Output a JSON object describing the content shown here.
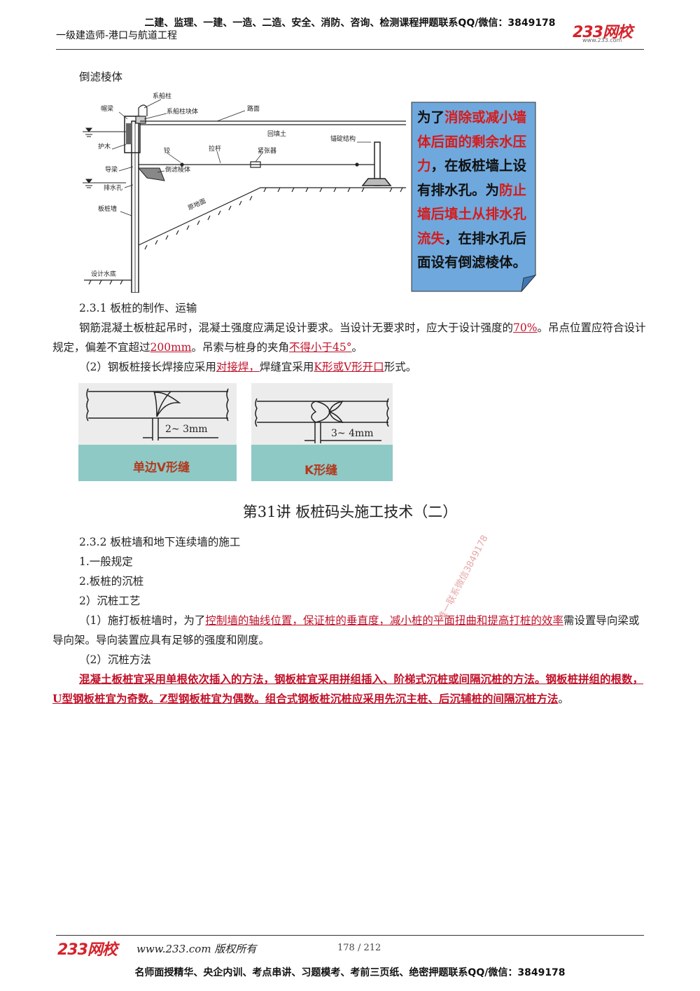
{
  "header": {
    "top_line": "二建、监理、一建、一造、二造、安全、消防、咨询、检测课程押题联系QQ/微信：3849178",
    "sub_line": "一级建造师-港口与航道工程",
    "logo": "233网校",
    "logo_url": "www.233.com"
  },
  "figure1": {
    "caption": "倒滤棱体",
    "labels": {
      "xichuanzhu": "系船柱",
      "maoliang": "帽梁",
      "kuaiti": "系船柱块体",
      "lumian": "路面",
      "huitiantu": "回填土",
      "maodingjiegou": "锚碇结构",
      "humu": "护木",
      "jiao": "铰",
      "lagan": "拉杆",
      "jinzhangqi": "紧张器",
      "daoliang": "导梁",
      "daolvlengti": "倒滤棱体",
      "paishuikong": "排水孔",
      "banzhuangqiang": "板桩墙",
      "yuandimian": "原地面",
      "shejishuidi": "设计水底"
    },
    "note": {
      "p1": "为了",
      "r1": "消除或减小墙体后面的剩余水压力",
      "p2": "，在板桩墙上设有排水孔。为",
      "r2": "防止墙后填土从排水孔流失",
      "p3": "，在排水孔后面设有倒滤棱体。"
    }
  },
  "s231": {
    "title": "2.3.1 板桩的制作、运输",
    "p1_a": "钢筋混凝土板桩起吊时，混凝土强度应满足设计要求。当设计无要求时，应大于设计强度的",
    "p1_r1": "70%",
    "p1_b": "。吊点位置应符合设计规定，偏差不宜超过",
    "p1_r2": "200mm",
    "p1_c": "。吊索与桩身的夹角",
    "p1_r3": "不得小于45°",
    "p1_d": "。",
    "p2_a": "（2）钢板桩接长焊接应采用",
    "p2_r1": "对接焊，",
    "p2_b": "焊缝宜采用",
    "p2_r2": "K形或V形开口",
    "p2_c": "形式。"
  },
  "figure2": {
    "left_dim": "2~ 3mm",
    "left_label": "单边V形缝",
    "right_dim": "3~ 4mm",
    "right_label": "K形缝"
  },
  "section_title": "第31讲 板桩码头施工技术（二）",
  "s232": {
    "title": "2.3.2 板桩墙和地下连续墙的施工",
    "l1": "1.一般规定",
    "l2": "2.板桩的沉桩",
    "l3": "2）沉桩工艺",
    "p1_a": "（1）施打板桩墙时，为了",
    "p1_r": "控制墙的轴线位置，保证桩的垂直度，减小桩的平面扭曲和提高打桩的效率",
    "p1_b": "需设置导向梁或导向架。导向装置应具有足够的强度和刚度。",
    "l4": "（2）沉桩方法",
    "p2_r": "混凝土板桩宜采用单根依次插入的方法，钢板桩宜采用拼组插入、阶梯式沉桩或间隔沉桩的方法。钢板桩拼组的根数，U型钢板桩宜为奇数。Z型钢板桩宜为偶数。组合式钢板桩沉桩应采用先沉主桩、后沉辅桩的间隔沉桩方法",
    "p2_end": "。"
  },
  "watermark": "唯一联系微信3849178",
  "footer": {
    "logo": "233网校",
    "site": "www.233.com 版权所有",
    "page": "178 / 212",
    "bottom_line": "名师面授精华、央企内训、考点串讲、习题模考、考前三页纸、绝密押题联系QQ/微信：3849178"
  },
  "colors": {
    "accent_red": "#c0122a",
    "note_bg": "#6fa8dc",
    "weld_bg": "#8ec9c6",
    "logo_red": "#d4232b"
  }
}
